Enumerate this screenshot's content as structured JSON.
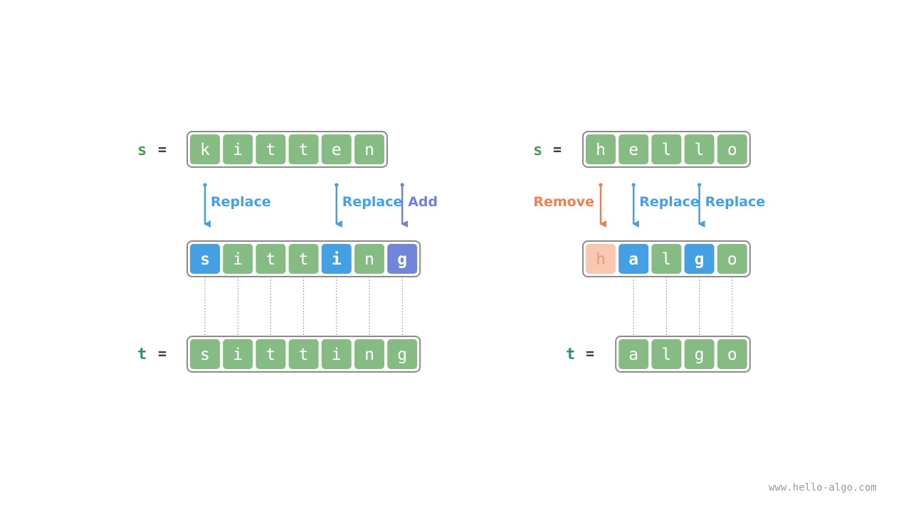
{
  "colors": {
    "green": "#86bc83",
    "blue": "#44a0e3",
    "purple": "#7186d8",
    "salmon_fill": "#f8c8b1",
    "salmon_text": "#e79c7e",
    "remove": "#f07f4f",
    "replace": "#44a0e3",
    "add": "#6f82d8",
    "label_s": "#4f9a4c",
    "label_t": "#2d8b84",
    "border": "#8b8b8b",
    "guide": "#9a9a9a"
  },
  "left": {
    "s_label": "s",
    "t_label": "t",
    "equals": "=",
    "s_chars": [
      "k",
      "i",
      "t",
      "t",
      "e",
      "n"
    ],
    "mid_chars": [
      {
        "ch": "s",
        "state": "replace"
      },
      {
        "ch": "i",
        "state": "keep"
      },
      {
        "ch": "t",
        "state": "keep"
      },
      {
        "ch": "t",
        "state": "keep"
      },
      {
        "ch": "i",
        "state": "replace"
      },
      {
        "ch": "n",
        "state": "keep"
      },
      {
        "ch": "g",
        "state": "add"
      }
    ],
    "t_chars": [
      "s",
      "i",
      "t",
      "t",
      "i",
      "n",
      "g"
    ],
    "ops": [
      {
        "label": "Replace",
        "type": "replace",
        "index": 0
      },
      {
        "label": "Replace",
        "type": "replace",
        "index": 4
      },
      {
        "label": "Add",
        "type": "add",
        "index": 6
      }
    ]
  },
  "right": {
    "s_label": "s",
    "t_label": "t",
    "equals": "=",
    "s_chars": [
      "h",
      "e",
      "l",
      "l",
      "o"
    ],
    "mid_chars": [
      {
        "ch": "h",
        "state": "remove"
      },
      {
        "ch": "a",
        "state": "replace"
      },
      {
        "ch": "l",
        "state": "keep"
      },
      {
        "ch": "g",
        "state": "replace"
      },
      {
        "ch": "o",
        "state": "keep"
      }
    ],
    "t_chars": [
      "a",
      "l",
      "g",
      "o"
    ],
    "ops": [
      {
        "label": "Remove",
        "type": "remove",
        "index": 0
      },
      {
        "label": "Replace",
        "type": "replace",
        "index": 1
      },
      {
        "label": "Replace",
        "type": "replace",
        "index": 3
      }
    ]
  },
  "watermark": "www.hello-algo.com"
}
